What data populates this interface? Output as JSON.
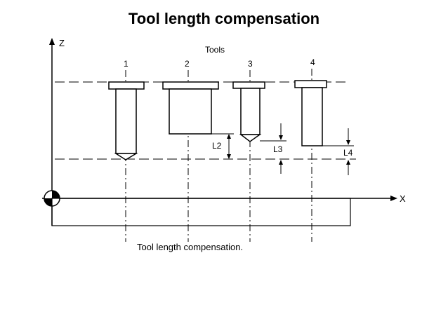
{
  "slide": {
    "title": "Tool length compensation"
  },
  "diagram": {
    "axis_z_label": "Z",
    "axis_x_label": "X",
    "tools_header": "Tools",
    "tool_numbers": [
      "1",
      "2",
      "3",
      "4"
    ],
    "offset_labels": {
      "l2": "L2",
      "l3": "L3",
      "l4": "L4"
    },
    "caption": "Tool length compensation.",
    "line_color": "#000000",
    "background_color": "#ffffff"
  }
}
